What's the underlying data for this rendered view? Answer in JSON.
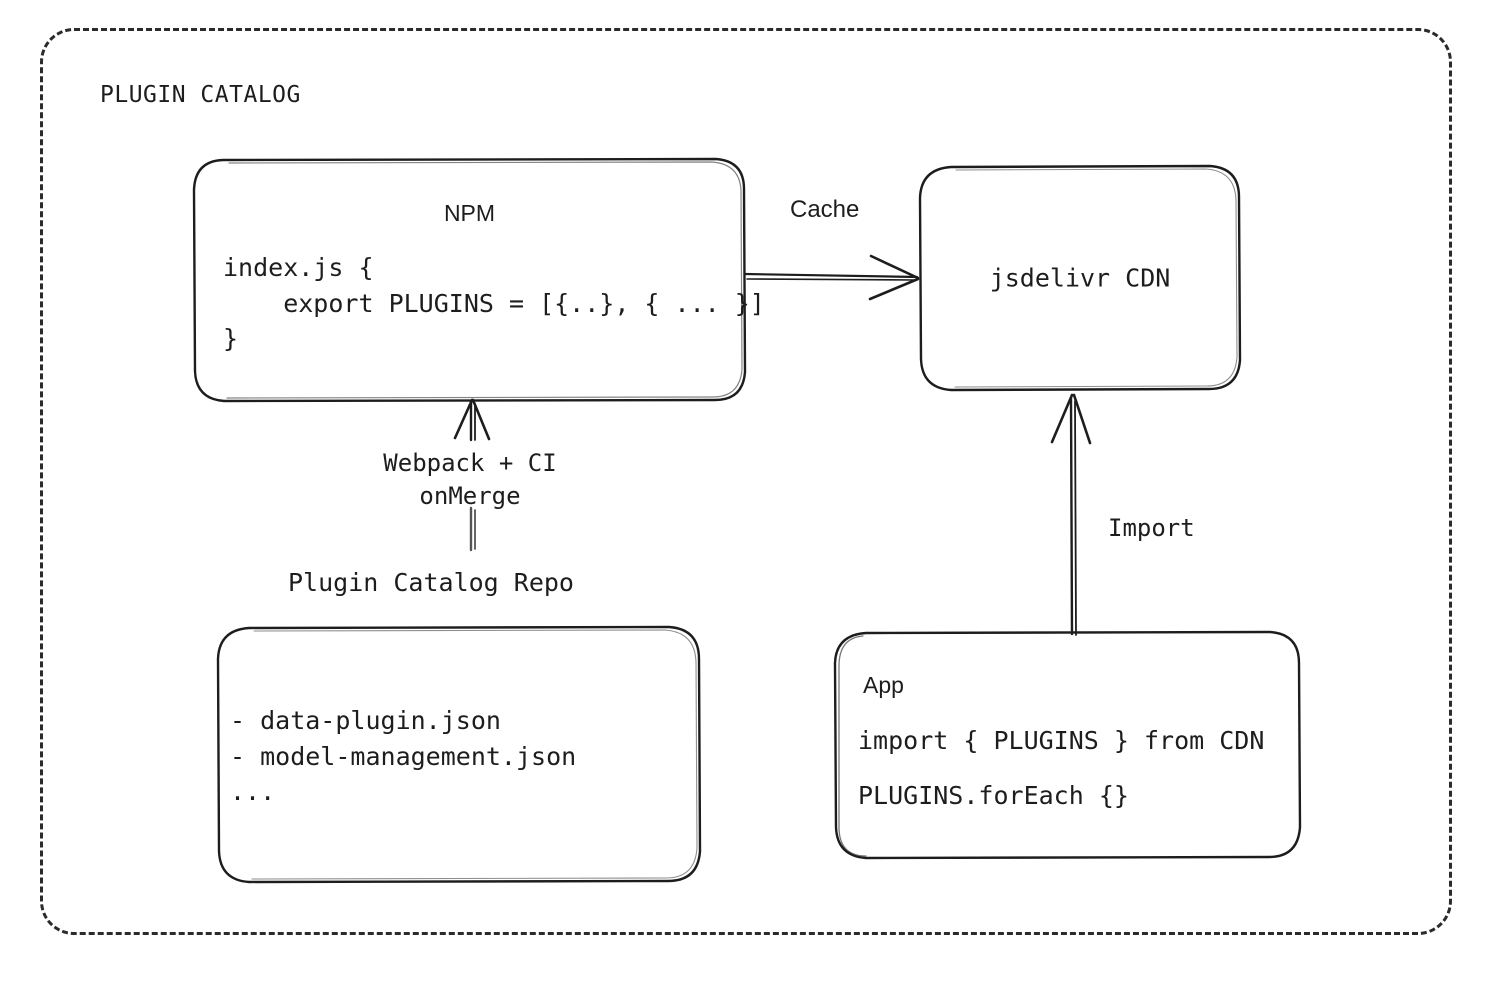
{
  "diagram": {
    "title": "PLUGIN CATALOG",
    "stroke_color": "#1d1d1d",
    "background": "#ffffff"
  },
  "nodes": {
    "npm": {
      "title": "NPM",
      "code": [
        "index.js {",
        "    export PLUGINS = [{..}, { ... }]",
        "}"
      ]
    },
    "cdn": {
      "title": "jsdelivr CDN"
    },
    "repo": {
      "label": "Plugin Catalog Repo",
      "items": [
        "- data-plugin.json",
        "- model-management.json",
        "..."
      ]
    },
    "app": {
      "title": "App",
      "code": [
        "import { PLUGINS } from CDN",
        "PLUGINS.forEach {}"
      ]
    }
  },
  "edges": {
    "cache": {
      "label": "Cache",
      "from": "npm",
      "to": "cdn",
      "direction": "right"
    },
    "build": {
      "label_line1": "Webpack + CI",
      "label_line2": "onMerge",
      "from": "repo",
      "to": "npm",
      "direction": "up"
    },
    "import": {
      "label": "Import",
      "from": "app",
      "to": "cdn",
      "direction": "up"
    }
  }
}
